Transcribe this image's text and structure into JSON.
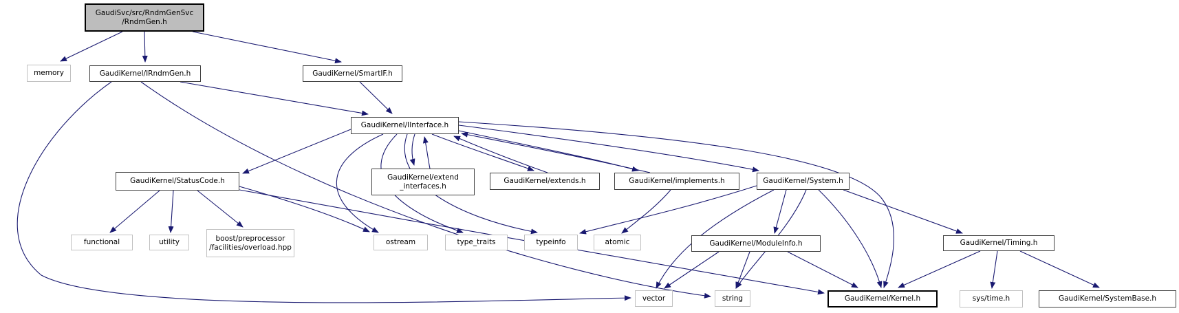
{
  "diagram": {
    "type": "doxygen-include-dependency-graph",
    "edge_color": "#191970",
    "root_fill": "#bdbdbd",
    "nodes": {
      "rndmgen": {
        "label": "GaudiSvc/src/RndmGenSvc\n/RndmGen.h",
        "kind": "root"
      },
      "memory": {
        "label": "memory",
        "kind": "external"
      },
      "irndmgen": {
        "label": "GaudiKernel/IRndmGen.h",
        "kind": "internal"
      },
      "smartif": {
        "label": "GaudiKernel/SmartIF.h",
        "kind": "internal"
      },
      "iinterface": {
        "label": "GaudiKernel/IInterface.h",
        "kind": "internal"
      },
      "statuscode": {
        "label": "GaudiKernel/StatusCode.h",
        "kind": "internal"
      },
      "extendifaces": {
        "label": "GaudiKernel/extend\n_interfaces.h",
        "kind": "internal"
      },
      "extends": {
        "label": "GaudiKernel/extends.h",
        "kind": "internal"
      },
      "implements": {
        "label": "GaudiKernel/implements.h",
        "kind": "internal"
      },
      "system": {
        "label": "GaudiKernel/System.h",
        "kind": "internal"
      },
      "functional": {
        "label": "functional",
        "kind": "external"
      },
      "utility": {
        "label": "utility",
        "kind": "external"
      },
      "boost": {
        "label": "boost/preprocessor\n/facilities/overload.hpp",
        "kind": "external"
      },
      "ostream": {
        "label": "ostream",
        "kind": "external"
      },
      "typetraits": {
        "label": "type_traits",
        "kind": "external"
      },
      "typeinfo": {
        "label": "typeinfo",
        "kind": "external"
      },
      "atomic": {
        "label": "atomic",
        "kind": "external"
      },
      "moduleinfo": {
        "label": "GaudiKernel/ModuleInfo.h",
        "kind": "internal"
      },
      "timing": {
        "label": "GaudiKernel/Timing.h",
        "kind": "internal"
      },
      "vector": {
        "label": "vector",
        "kind": "external"
      },
      "string": {
        "label": "string",
        "kind": "external"
      },
      "kernel": {
        "label": "GaudiKernel/Kernel.h",
        "kind": "internal"
      },
      "systime": {
        "label": "sys/time.h",
        "kind": "external"
      },
      "systembase": {
        "label": "GaudiKernel/SystemBase.h",
        "kind": "internal"
      }
    },
    "edges": [
      {
        "from": "rndmgen",
        "to": "memory"
      },
      {
        "from": "rndmgen",
        "to": "irndmgen"
      },
      {
        "from": "rndmgen",
        "to": "smartif"
      },
      {
        "from": "irndmgen",
        "to": "iinterface"
      },
      {
        "from": "irndmgen",
        "to": "vector"
      },
      {
        "from": "irndmgen",
        "to": "string"
      },
      {
        "from": "smartif",
        "to": "iinterface"
      },
      {
        "from": "iinterface",
        "to": "statuscode"
      },
      {
        "from": "iinterface",
        "to": "extendifaces"
      },
      {
        "from": "extendifaces",
        "to": "iinterface"
      },
      {
        "from": "iinterface",
        "to": "extends"
      },
      {
        "from": "extends",
        "to": "iinterface"
      },
      {
        "from": "iinterface",
        "to": "implements"
      },
      {
        "from": "implements",
        "to": "iinterface"
      },
      {
        "from": "iinterface",
        "to": "system"
      },
      {
        "from": "iinterface",
        "to": "kernel"
      },
      {
        "from": "iinterface",
        "to": "ostream"
      },
      {
        "from": "iinterface",
        "to": "typetraits"
      },
      {
        "from": "iinterface",
        "to": "typeinfo"
      },
      {
        "from": "implements",
        "to": "atomic"
      },
      {
        "from": "statuscode",
        "to": "functional"
      },
      {
        "from": "statuscode",
        "to": "utility"
      },
      {
        "from": "statuscode",
        "to": "boost"
      },
      {
        "from": "statuscode",
        "to": "ostream"
      },
      {
        "from": "statuscode",
        "to": "kernel"
      },
      {
        "from": "system",
        "to": "moduleinfo"
      },
      {
        "from": "system",
        "to": "timing"
      },
      {
        "from": "system",
        "to": "kernel"
      },
      {
        "from": "system",
        "to": "string"
      },
      {
        "from": "system",
        "to": "vector"
      },
      {
        "from": "system",
        "to": "typeinfo"
      },
      {
        "from": "moduleinfo",
        "to": "kernel"
      },
      {
        "from": "moduleinfo",
        "to": "string"
      },
      {
        "from": "moduleinfo",
        "to": "vector"
      },
      {
        "from": "timing",
        "to": "kernel"
      },
      {
        "from": "timing",
        "to": "systime"
      },
      {
        "from": "timing",
        "to": "systembase"
      }
    ]
  }
}
